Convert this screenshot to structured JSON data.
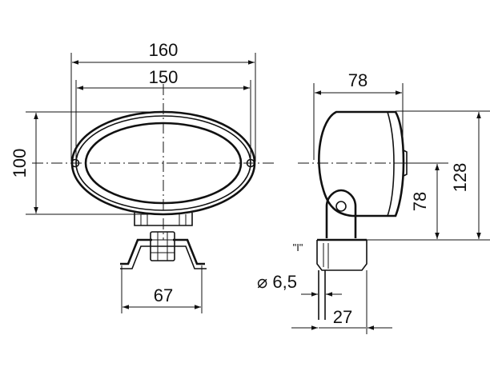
{
  "dimensions": {
    "front_overall_width": "160",
    "front_lens_width": "150",
    "front_height": "100",
    "bracket_hole_spacing": "67",
    "side_depth": "78",
    "side_overall_height": "128",
    "side_pivot_height": "78",
    "mount_hole_diameter": "⌀ 6,5",
    "mount_base_width": "27",
    "detail_marker": "\"I\""
  }
}
